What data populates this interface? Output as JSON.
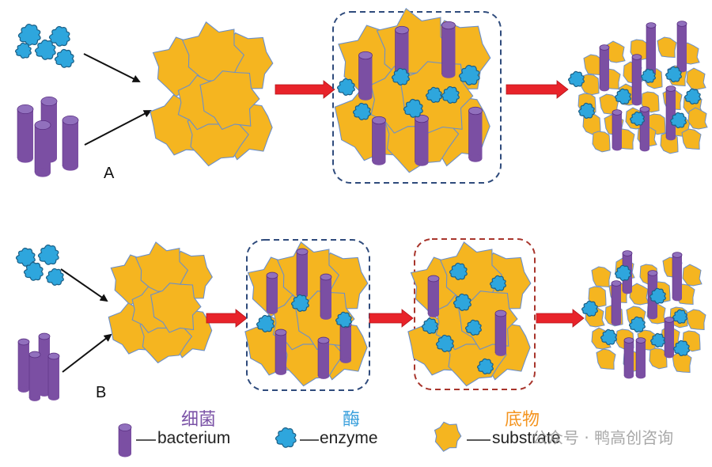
{
  "colors": {
    "bacterium": "#7b4fa3",
    "bacterium_dark": "#5a2f82",
    "enzyme": "#2ea6dd",
    "enzyme_dark": "#1b5f86",
    "substrate": "#f5b520",
    "substrate_edge": "#6b8fc9",
    "arrow_red": "#e8232a",
    "box_blue": "#2f4b7c",
    "box_red": "#a8352c",
    "legend_bacterium": "#7a52a6",
    "legend_enzyme": "#3aa0dc",
    "legend_substrate": "#f4941f"
  },
  "panels": {
    "a_label": "A",
    "b_label": "B"
  },
  "legend": {
    "bacterium_cn": "细菌",
    "bacterium_en": "bacterium",
    "enzyme_cn": "酶",
    "enzyme_en": "enzyme",
    "substrate_cn": "底物",
    "substrate_en": "substrate"
  },
  "watermark": {
    "text": "公众号 · 鸭高创咨询"
  }
}
